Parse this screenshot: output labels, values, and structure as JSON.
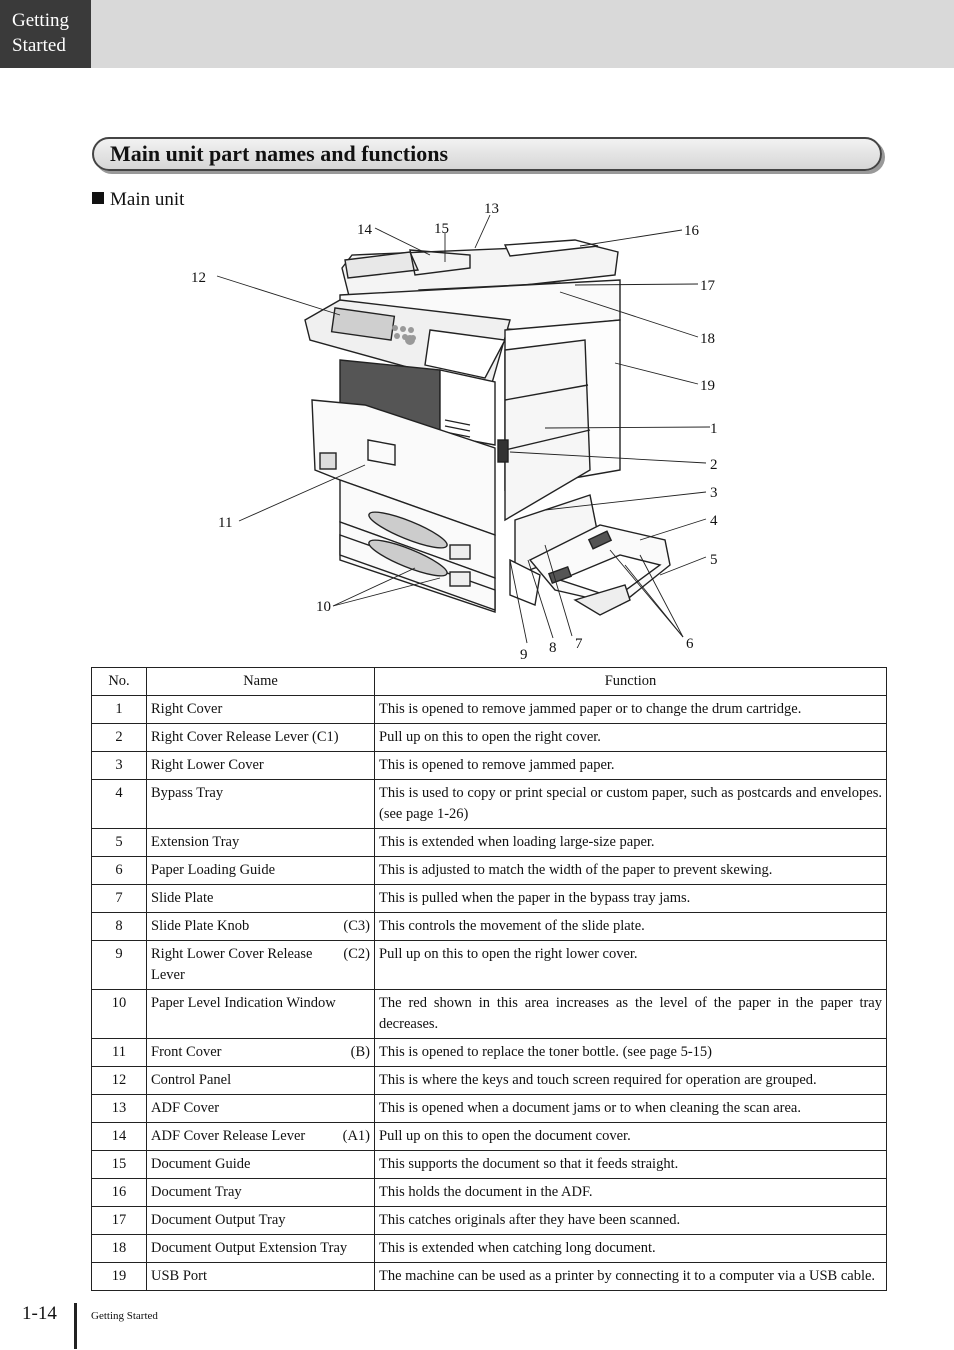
{
  "header": {
    "tab_line1": "Getting",
    "tab_line2": "Started"
  },
  "section_title": "Main unit part names and functions",
  "subheading": "Main unit",
  "diagram_callouts": [
    "1",
    "2",
    "3",
    "4",
    "5",
    "6",
    "7",
    "8",
    "9",
    "10",
    "11",
    "12",
    "13",
    "14",
    "15",
    "16",
    "17",
    "18",
    "19"
  ],
  "table": {
    "headers": [
      "No.",
      "Name",
      "Function"
    ],
    "rows": [
      {
        "no": "1",
        "name": "Right Cover",
        "code": "",
        "func": "This is opened to remove jammed paper or to change the drum cartridge."
      },
      {
        "no": "2",
        "name": "Right Cover Release Lever (C1)",
        "code": "",
        "func": "Pull up on this to open the right cover."
      },
      {
        "no": "3",
        "name": "Right Lower Cover",
        "code": "",
        "func": "This is opened to remove jammed paper."
      },
      {
        "no": "4",
        "name": "Bypass Tray",
        "code": "",
        "func": "This is used to copy or print special or custom paper, such as postcards and envelopes. (see page 1-26)"
      },
      {
        "no": "5",
        "name": "Extension Tray",
        "code": "",
        "func": "This is extended when loading large-size paper."
      },
      {
        "no": "6",
        "name": "Paper Loading Guide",
        "code": "",
        "func": "This is adjusted to match the width of the paper to prevent skewing."
      },
      {
        "no": "7",
        "name": "Slide Plate",
        "code": "",
        "func": "This is pulled when the paper in the bypass tray jams."
      },
      {
        "no": "8",
        "name": "Slide Plate Knob",
        "code": "(C3)",
        "func": "This controls the movement of the slide plate."
      },
      {
        "no": "9",
        "name": "Right Lower Cover Release Lever",
        "code": "(C2)",
        "func": "Pull up on this to open the right lower cover."
      },
      {
        "no": "10",
        "name": "Paper Level Indication Window",
        "code": "",
        "func": "The red shown in this area increases as the level of the paper in the paper tray decreases."
      },
      {
        "no": "11",
        "name": "Front Cover",
        "code": "(B)",
        "func": "This is opened to replace the toner bottle. (see page 5-15)"
      },
      {
        "no": "12",
        "name": "Control Panel",
        "code": "",
        "func": "This is where the keys and touch screen required for operation are grouped."
      },
      {
        "no": "13",
        "name": "ADF Cover",
        "code": "",
        "func": "This is opened when a document jams or to when cleaning the scan area."
      },
      {
        "no": "14",
        "name": "ADF Cover Release Lever",
        "code": "(A1)",
        "func": "Pull up on this to open the document cover."
      },
      {
        "no": "15",
        "name": "Document Guide",
        "code": "",
        "func": "This supports the document so that it feeds straight."
      },
      {
        "no": "16",
        "name": "Document Tray",
        "code": "",
        "func": "This holds the document in the ADF."
      },
      {
        "no": "17",
        "name": "Document Output Tray",
        "code": "",
        "func": "This catches originals after they have been scanned."
      },
      {
        "no": "18",
        "name": "Document Output Extension Tray",
        "code": "",
        "func": "This is extended when catching long document."
      },
      {
        "no": "19",
        "name": "USB Port",
        "code": "",
        "func": "The machine can be used as a printer by connecting it to a computer via a USB cable."
      }
    ]
  },
  "footer": {
    "page_number": "1-14",
    "section": "Getting Started"
  }
}
